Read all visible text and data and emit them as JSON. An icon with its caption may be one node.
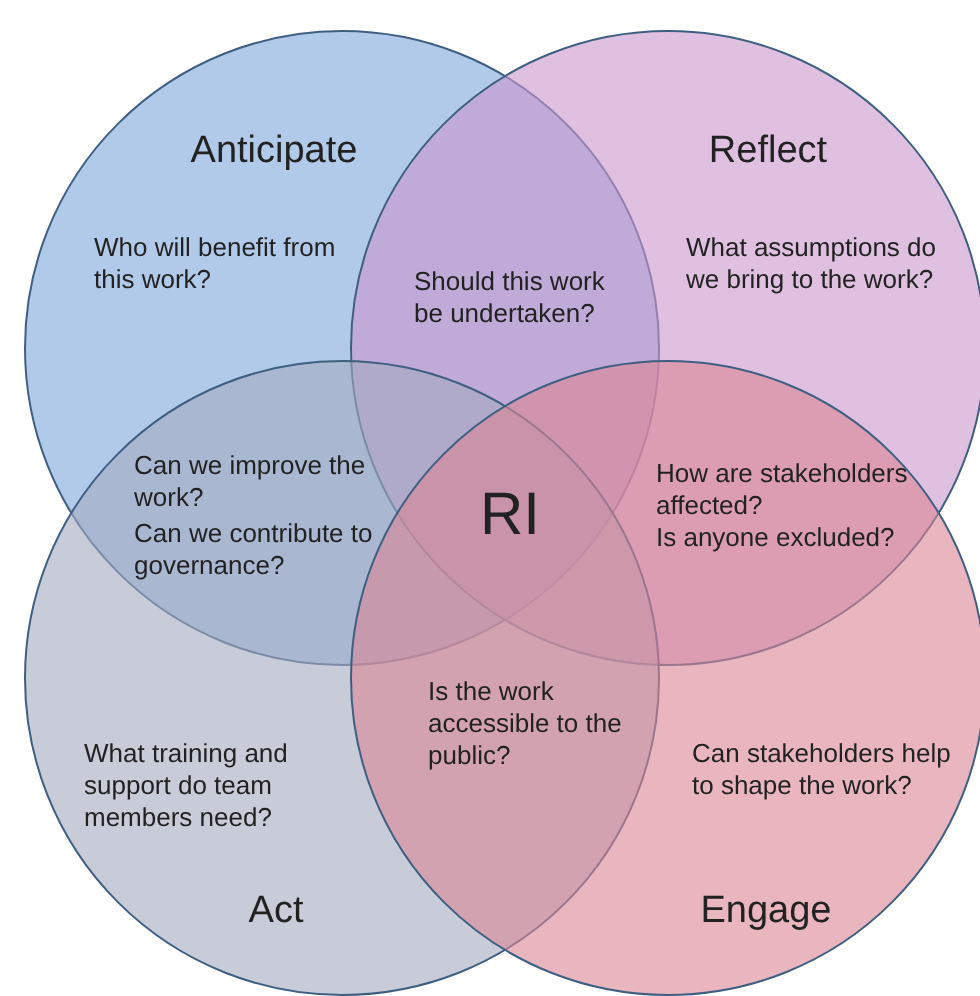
{
  "diagram": {
    "nodes": [
      {
        "text": [
          "Anticipate",
          "Who will benefit from this work?"
        ]
      },
      {
        "text": [
          "Reflect",
          "What assumptions do we bring to the work?"
        ]
      },
      {
        "text": [
          "What training and support do team members need?",
          "Act"
        ]
      },
      {
        "text": [
          "Can stakeholders help to shape the work?",
          "Engage"
        ]
      }
    ],
    "labels": [
      "Should this work be undertaken?",
      "Can we improve the work?",
      "Can we contribute to governance?",
      "RI",
      "How are stakeholders affected?",
      "Is anyone excluded?",
      "Is the work accessible to the public?"
    ]
  }
}
